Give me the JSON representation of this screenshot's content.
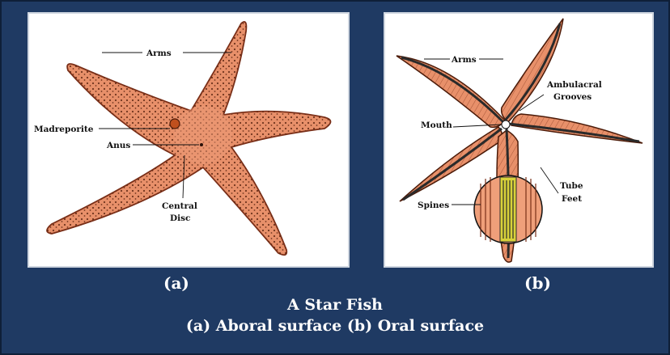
{
  "colors": {
    "background": "#1f3a63",
    "panel": "#ffffff",
    "body_fill": "#e8906a",
    "body_stroke": "#7a2f18",
    "groove": "#2a2a2a",
    "tube_feet_accent": "#d8d23a"
  },
  "figure_a": {
    "caption": "(a)",
    "labels": {
      "arms": "Arms",
      "madreporite": "Madreporite",
      "anus": "Anus",
      "central": "Central",
      "disc": "Disc"
    }
  },
  "figure_b": {
    "caption": "(b)",
    "labels": {
      "arms": "Arms",
      "ambulacral": "Ambulacral",
      "grooves": "Grooves",
      "mouth": "Mouth",
      "tube": "Tube",
      "feet": "Feet",
      "spines": "Spines"
    }
  },
  "title": {
    "line1": "A Star Fish",
    "line2": "(a) Aboral surface (b) Oral surface"
  }
}
